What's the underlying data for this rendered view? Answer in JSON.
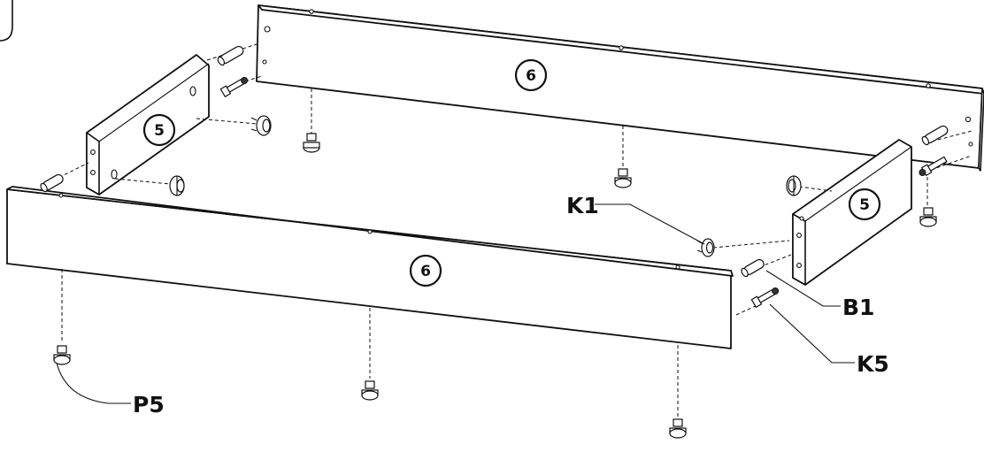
{
  "panels": {
    "back_long": "6",
    "front_long": "6",
    "left_side": "5",
    "right_side": "5"
  },
  "callouts": {
    "cam_lock": "K1",
    "dowel": "B1",
    "cam_bolt": "K5",
    "foot": "P5"
  }
}
